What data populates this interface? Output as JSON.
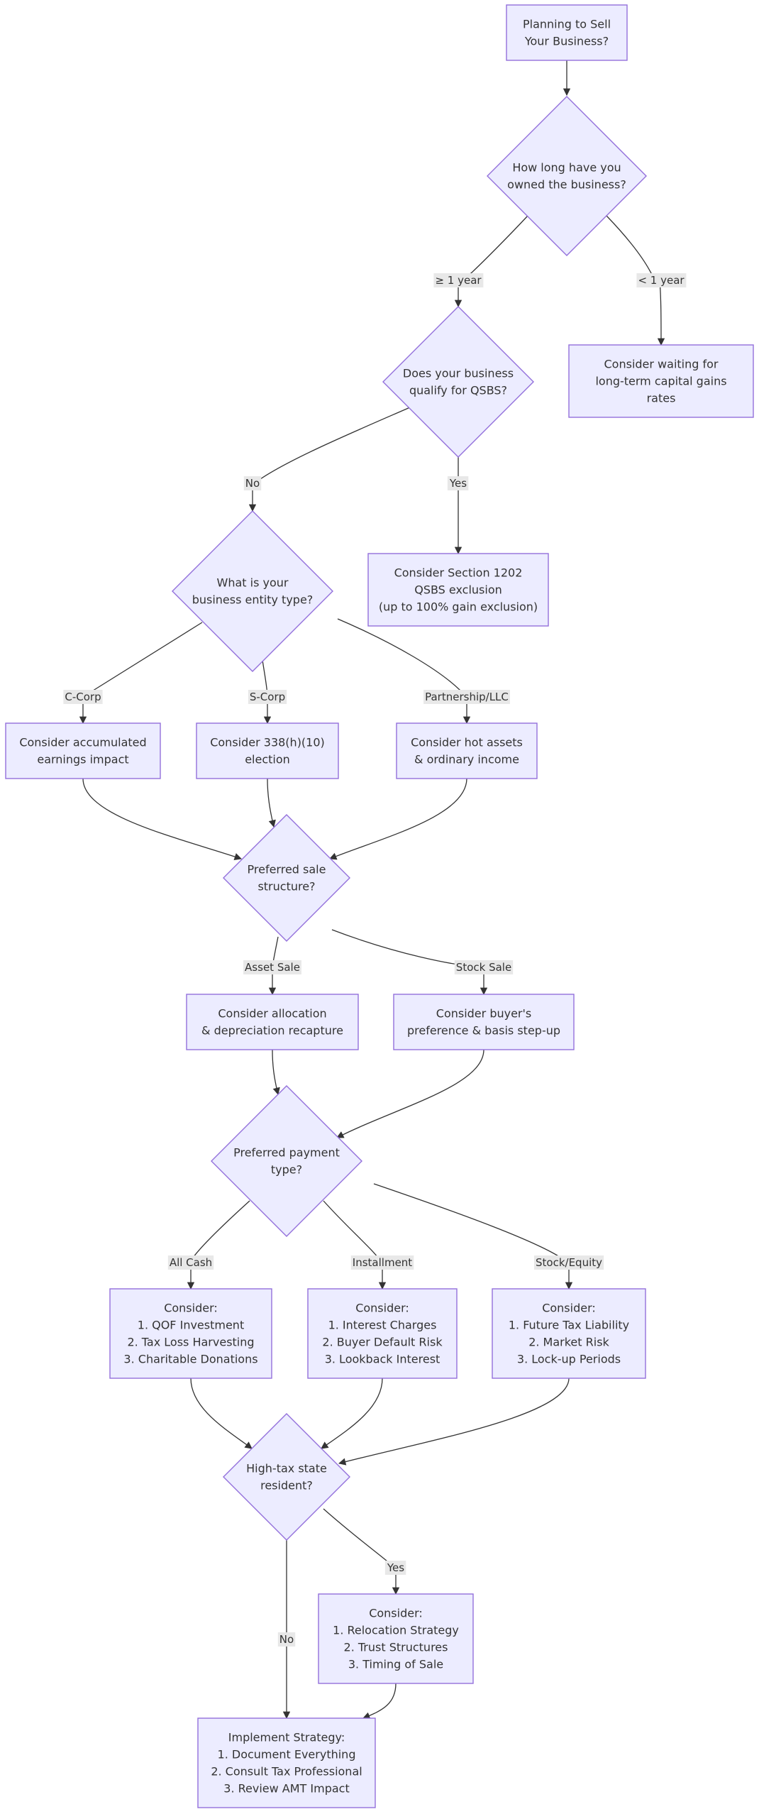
{
  "diagram": {
    "nodes": {
      "start": [
        "Planning to Sell",
        "Your Business?"
      ],
      "own": [
        "How long have you",
        "owned the business?"
      ],
      "qsbs": [
        "Does your business",
        "qualify for QSBS?"
      ],
      "wait": [
        "Consider waiting for",
        "long-term capital gains",
        "rates"
      ],
      "entity": [
        "What is your",
        "business entity type?"
      ],
      "sec1202": [
        "Consider Section 1202",
        "QSBS exclusion",
        "(up to 100% gain exclusion)"
      ],
      "ccorp": [
        "Consider accumulated",
        "earnings impact"
      ],
      "scorp": [
        "Consider 338(h)(10)",
        "election"
      ],
      "partner": [
        "Consider hot assets",
        "& ordinary income"
      ],
      "structure": [
        "Preferred sale",
        "structure?"
      ],
      "asset": [
        "Consider allocation",
        "& depreciation recapture"
      ],
      "stock": [
        "Consider buyer's",
        "preference & basis step-up"
      ],
      "payment": [
        "Preferred payment",
        "type?"
      ],
      "cash": [
        "Consider:",
        "1. QOF Investment",
        "2. Tax Loss Harvesting",
        "3. Charitable Donations"
      ],
      "install": [
        "Consider:",
        "1. Interest Charges",
        "2. Buyer Default Risk",
        "3. Lookback Interest"
      ],
      "equity": [
        "Consider:",
        "1. Future Tax Liability",
        "2. Market Risk",
        "3. Lock-up Periods"
      ],
      "hightax": [
        "High-tax state",
        "resident?"
      ],
      "relocate": [
        "Consider:",
        "1. Relocation Strategy",
        "2. Trust Structures",
        "3. Timing of Sale"
      ],
      "implement": [
        "Implement Strategy:",
        "1. Document Everything",
        "2. Consult Tax Professional",
        "3. Review AMT Impact"
      ]
    },
    "edge_labels": {
      "ge1": "≥ 1 year",
      "lt1": "< 1 year",
      "no_qsbs": "No",
      "yes_qsbs": "Yes",
      "ccorp": "C-Corp",
      "scorp": "S-Corp",
      "partner": "Partnership/LLC",
      "asset": "Asset Sale",
      "stock": "Stock Sale",
      "cash": "All Cash",
      "install": "Installment",
      "equity": "Stock/Equity",
      "yes_tax": "Yes",
      "no_tax": "No"
    },
    "colors": {
      "node_fill": "#ECECFF",
      "node_stroke": "#9370DB",
      "edge": "#333333",
      "label_bg": "#e8e8e8"
    }
  }
}
